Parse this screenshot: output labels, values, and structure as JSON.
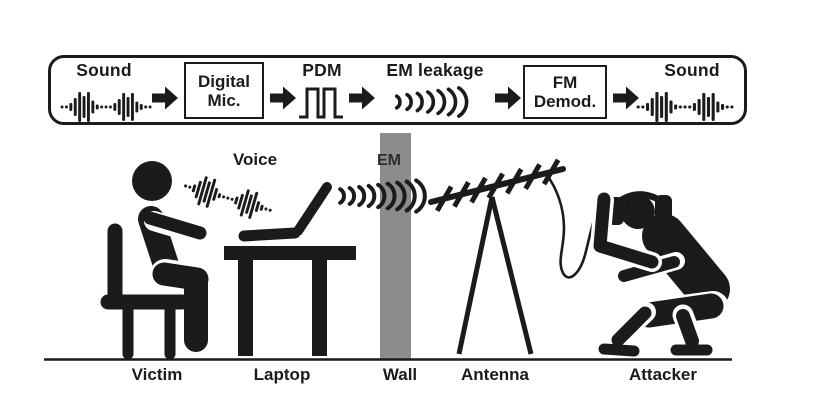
{
  "figure": {
    "title_hint": "EM leakage eavesdropping attack overview",
    "ink_color": "#1b1b1b",
    "background_color": "#ffffff"
  },
  "pipeline": {
    "stages": [
      {
        "id": "sound-in",
        "label": "Sound",
        "icon": "sound-waveform-icon"
      },
      {
        "id": "digital-mic",
        "boxed": true,
        "lines": [
          "Digital",
          "Mic."
        ]
      },
      {
        "id": "pdm",
        "label": "PDM",
        "icon": "pdm-pulse-icon"
      },
      {
        "id": "em-leakage",
        "label": "EM leakage",
        "icon": "em-waves-icon"
      },
      {
        "id": "fm-demod",
        "boxed": true,
        "lines": [
          "FM",
          "Demod."
        ]
      },
      {
        "id": "sound-out",
        "label": "Sound",
        "icon": "sound-waveform-icon"
      }
    ],
    "arrow_icon": "flow-arrow-icon"
  },
  "scene": {
    "voice_label": "Voice",
    "wall_em_label": "EM",
    "wall_color": "#8c8c8c",
    "ground_labels": [
      "Victim",
      "Laptop",
      "Wall",
      "Antenna",
      "Attacker"
    ]
  }
}
